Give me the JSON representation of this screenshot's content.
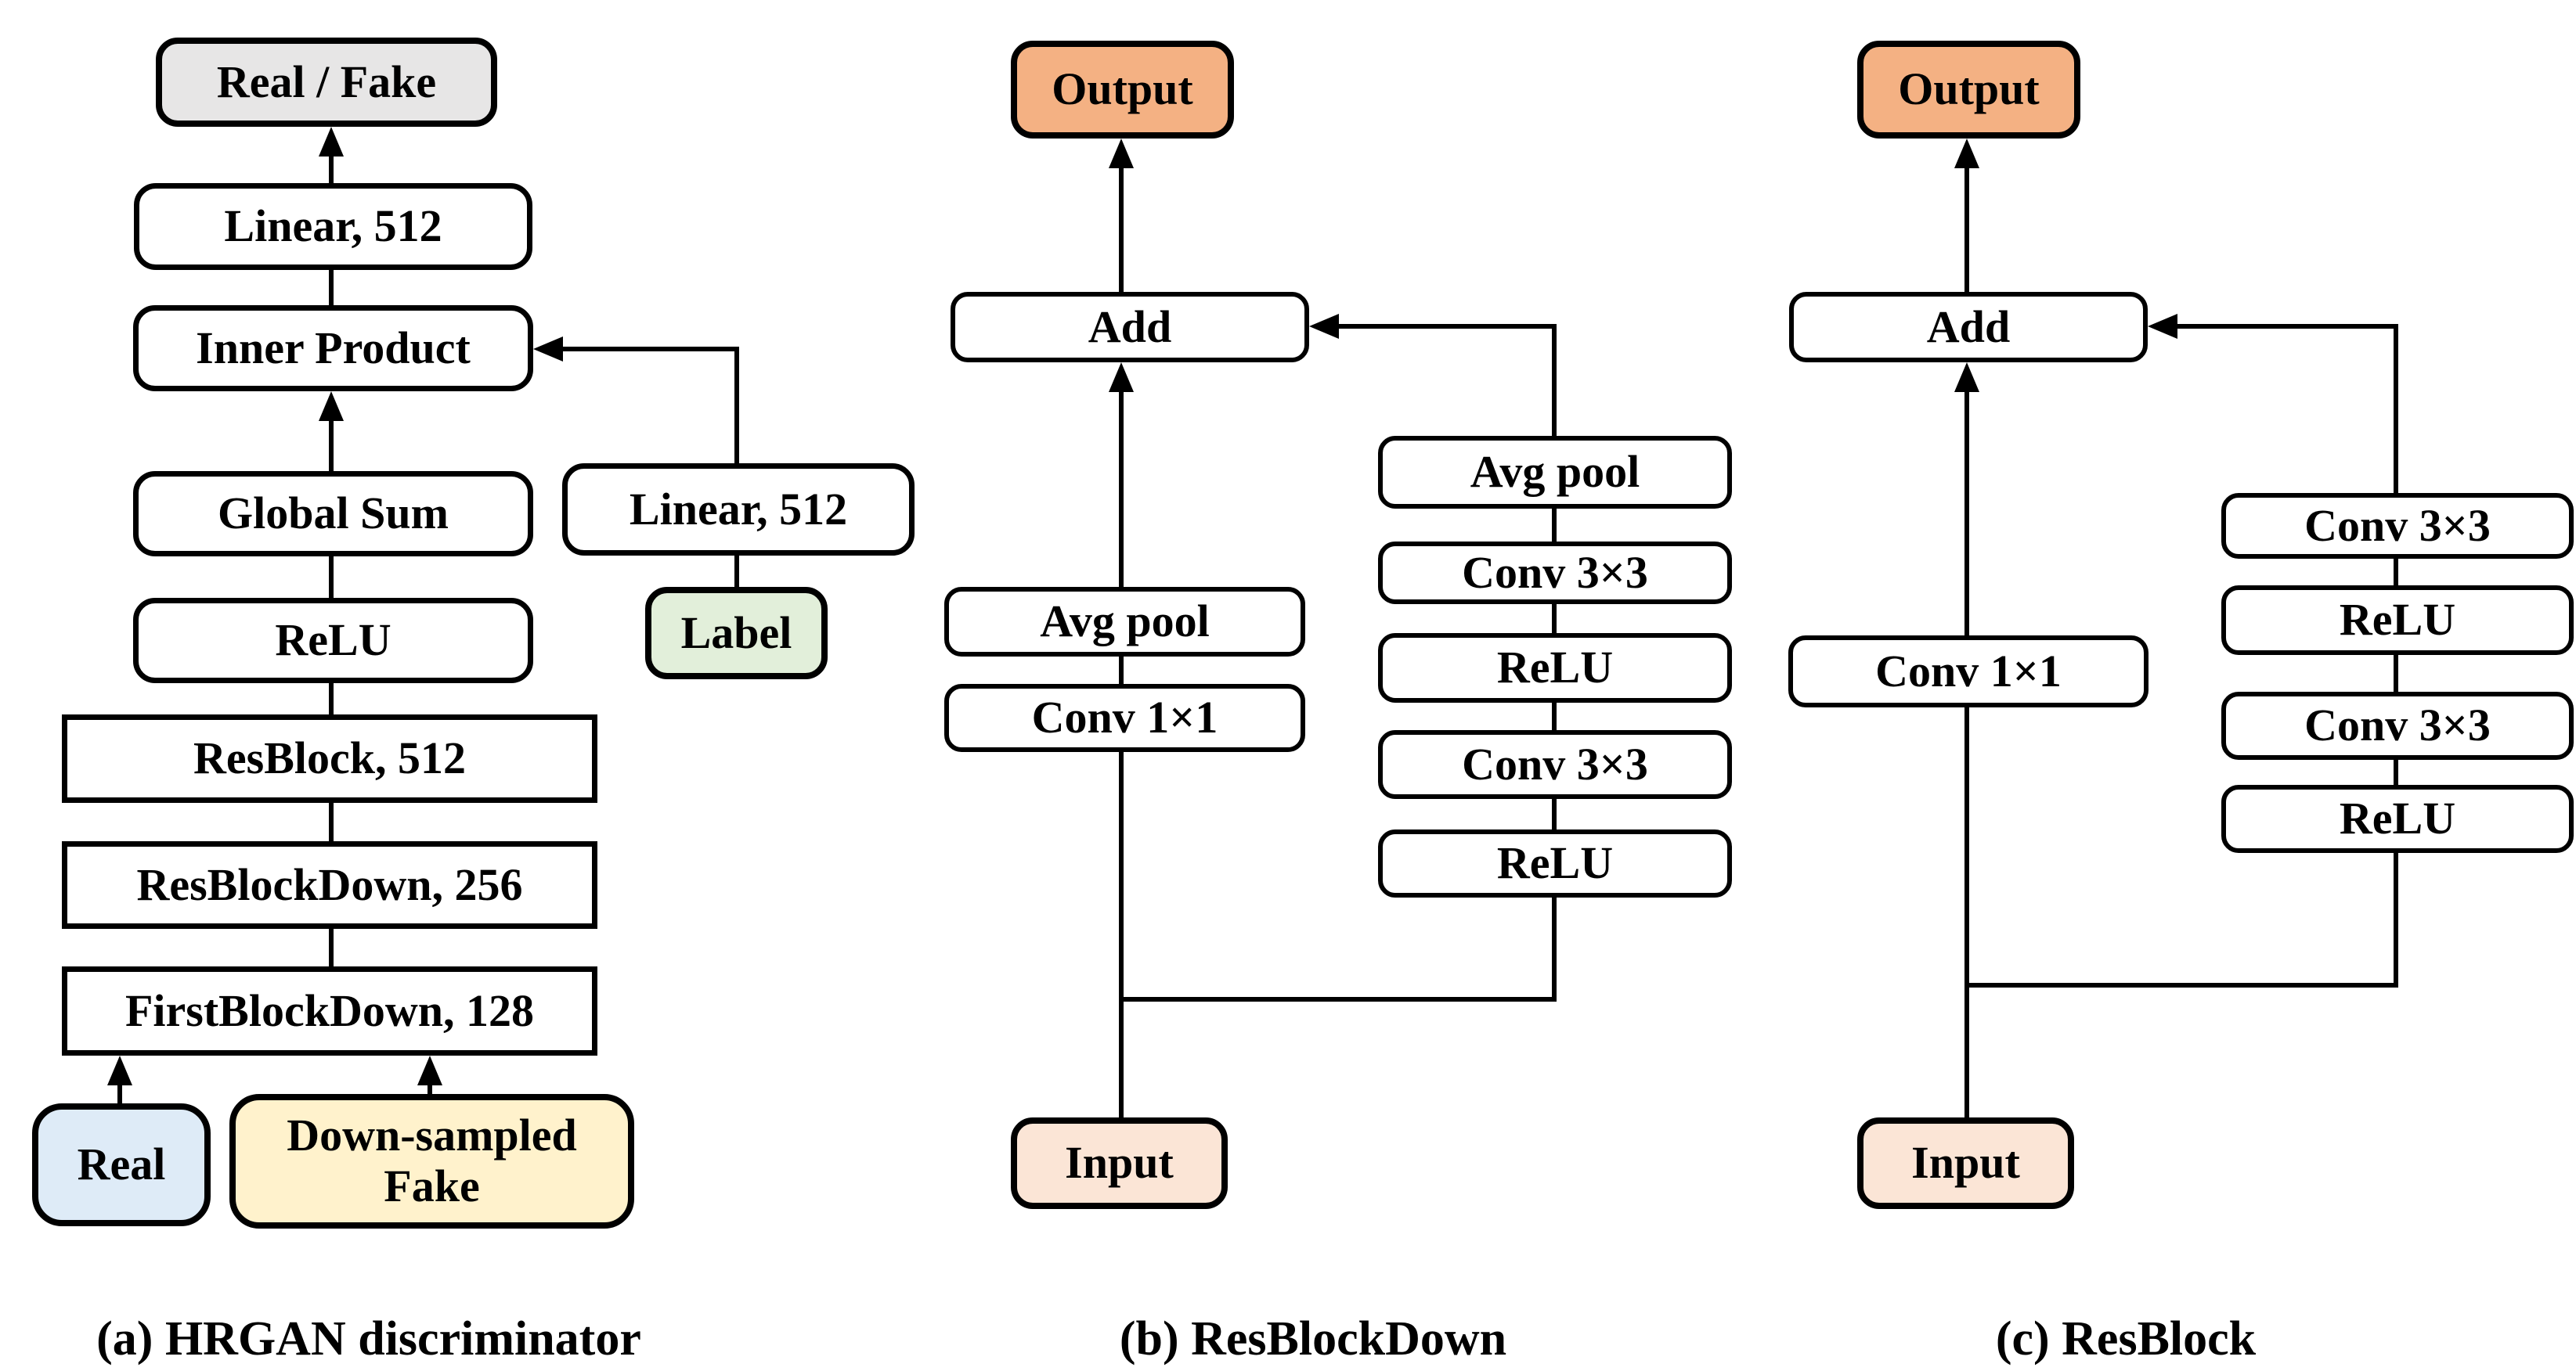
{
  "figure": {
    "type": "neural-network-architecture-diagram",
    "background": "#FFFFFF",
    "line_color": "#000000"
  },
  "colors": {
    "result_gray": "#E7E6E6",
    "output_orange": "#F4B183",
    "input_peach": "#FBE5D6",
    "real_blue": "#DEEBF7",
    "fake_yellow": "#FFF2CC",
    "label_green": "#E2EFDA",
    "box_white": "#FFFFFF",
    "stroke_black": "#000000"
  },
  "panels": {
    "a": {
      "caption": "(a) HRGAN discriminator",
      "nodes": {
        "real_fake": {
          "label": "Real / Fake"
        },
        "linear_top": {
          "label": "Linear, 512"
        },
        "inner_product": {
          "label": "Inner Product"
        },
        "global_sum": {
          "label": "Global Sum"
        },
        "relu": {
          "label": "ReLU"
        },
        "resblock": {
          "label": "ResBlock, 512"
        },
        "resblockdown": {
          "label": "ResBlockDown, 256"
        },
        "firstblockdown": {
          "label": "FirstBlockDown, 128"
        },
        "real_input": {
          "label": "Real"
        },
        "fake_input": {
          "label": "Down-sampled Fake"
        },
        "linear_right": {
          "label": "Linear, 512"
        },
        "label_input": {
          "label": "Label"
        }
      },
      "edges": [
        {
          "from": "real_input",
          "to": "firstblockdown",
          "arrow": true
        },
        {
          "from": "fake_input",
          "to": "firstblockdown",
          "arrow": true
        },
        {
          "from": "firstblockdown",
          "to": "resblockdown",
          "arrow": false
        },
        {
          "from": "resblockdown",
          "to": "resblock",
          "arrow": false
        },
        {
          "from": "resblock",
          "to": "relu",
          "arrow": false
        },
        {
          "from": "relu",
          "to": "global_sum",
          "arrow": false
        },
        {
          "from": "global_sum",
          "to": "inner_product",
          "arrow": true
        },
        {
          "from": "inner_product",
          "to": "linear_top",
          "arrow": false
        },
        {
          "from": "linear_top",
          "to": "real_fake",
          "arrow": true
        },
        {
          "from": "label_input",
          "to": "linear_right",
          "arrow": false
        },
        {
          "from": "linear_right",
          "to": "inner_product",
          "arrow": true
        }
      ]
    },
    "b": {
      "caption": "(b) ResBlockDown",
      "nodes": {
        "output": {
          "label": "Output"
        },
        "add": {
          "label": "Add"
        },
        "avg_pool_main": {
          "label": "Avg pool"
        },
        "conv1x1": {
          "label": "Conv 1×1"
        },
        "input": {
          "label": "Input"
        },
        "avg_pool_res": {
          "label": "Avg pool"
        },
        "conv3x3_1": {
          "label": "Conv 3×3"
        },
        "relu_1": {
          "label": "ReLU"
        },
        "conv3x3_2": {
          "label": "Conv 3×3"
        },
        "relu_2": {
          "label": "ReLU"
        }
      },
      "edges": [
        {
          "from": "input",
          "to": "conv1x1",
          "arrow": false
        },
        {
          "from": "conv1x1",
          "to": "avg_pool_main",
          "arrow": false
        },
        {
          "from": "avg_pool_main",
          "to": "add",
          "arrow": true
        },
        {
          "from": "input",
          "to": "relu_2",
          "arrow": false
        },
        {
          "from": "relu_2",
          "to": "conv3x3_2",
          "arrow": false
        },
        {
          "from": "conv3x3_2",
          "to": "relu_1",
          "arrow": false
        },
        {
          "from": "relu_1",
          "to": "conv3x3_1",
          "arrow": false
        },
        {
          "from": "conv3x3_1",
          "to": "avg_pool_res",
          "arrow": false
        },
        {
          "from": "avg_pool_res",
          "to": "add",
          "arrow": true
        },
        {
          "from": "add",
          "to": "output",
          "arrow": true
        }
      ]
    },
    "c": {
      "caption": "(c) ResBlock",
      "nodes": {
        "output": {
          "label": "Output"
        },
        "add": {
          "label": "Add"
        },
        "conv1x1": {
          "label": "Conv 1×1"
        },
        "input": {
          "label": "Input"
        },
        "conv3x3_1": {
          "label": "Conv 3×3"
        },
        "relu_1": {
          "label": "ReLU"
        },
        "conv3x3_2": {
          "label": "Conv 3×3"
        },
        "relu_2": {
          "label": "ReLU"
        }
      },
      "edges": [
        {
          "from": "input",
          "to": "conv1x1",
          "arrow": false
        },
        {
          "from": "conv1x1",
          "to": "add",
          "arrow": true
        },
        {
          "from": "input",
          "to": "relu_2",
          "arrow": false
        },
        {
          "from": "relu_2",
          "to": "conv3x3_2",
          "arrow": false
        },
        {
          "from": "conv3x3_2",
          "to": "relu_1",
          "arrow": false
        },
        {
          "from": "relu_1",
          "to": "conv3x3_1",
          "arrow": false
        },
        {
          "from": "conv3x3_1",
          "to": "add",
          "arrow": true
        },
        {
          "from": "add",
          "to": "output",
          "arrow": true
        }
      ]
    }
  }
}
